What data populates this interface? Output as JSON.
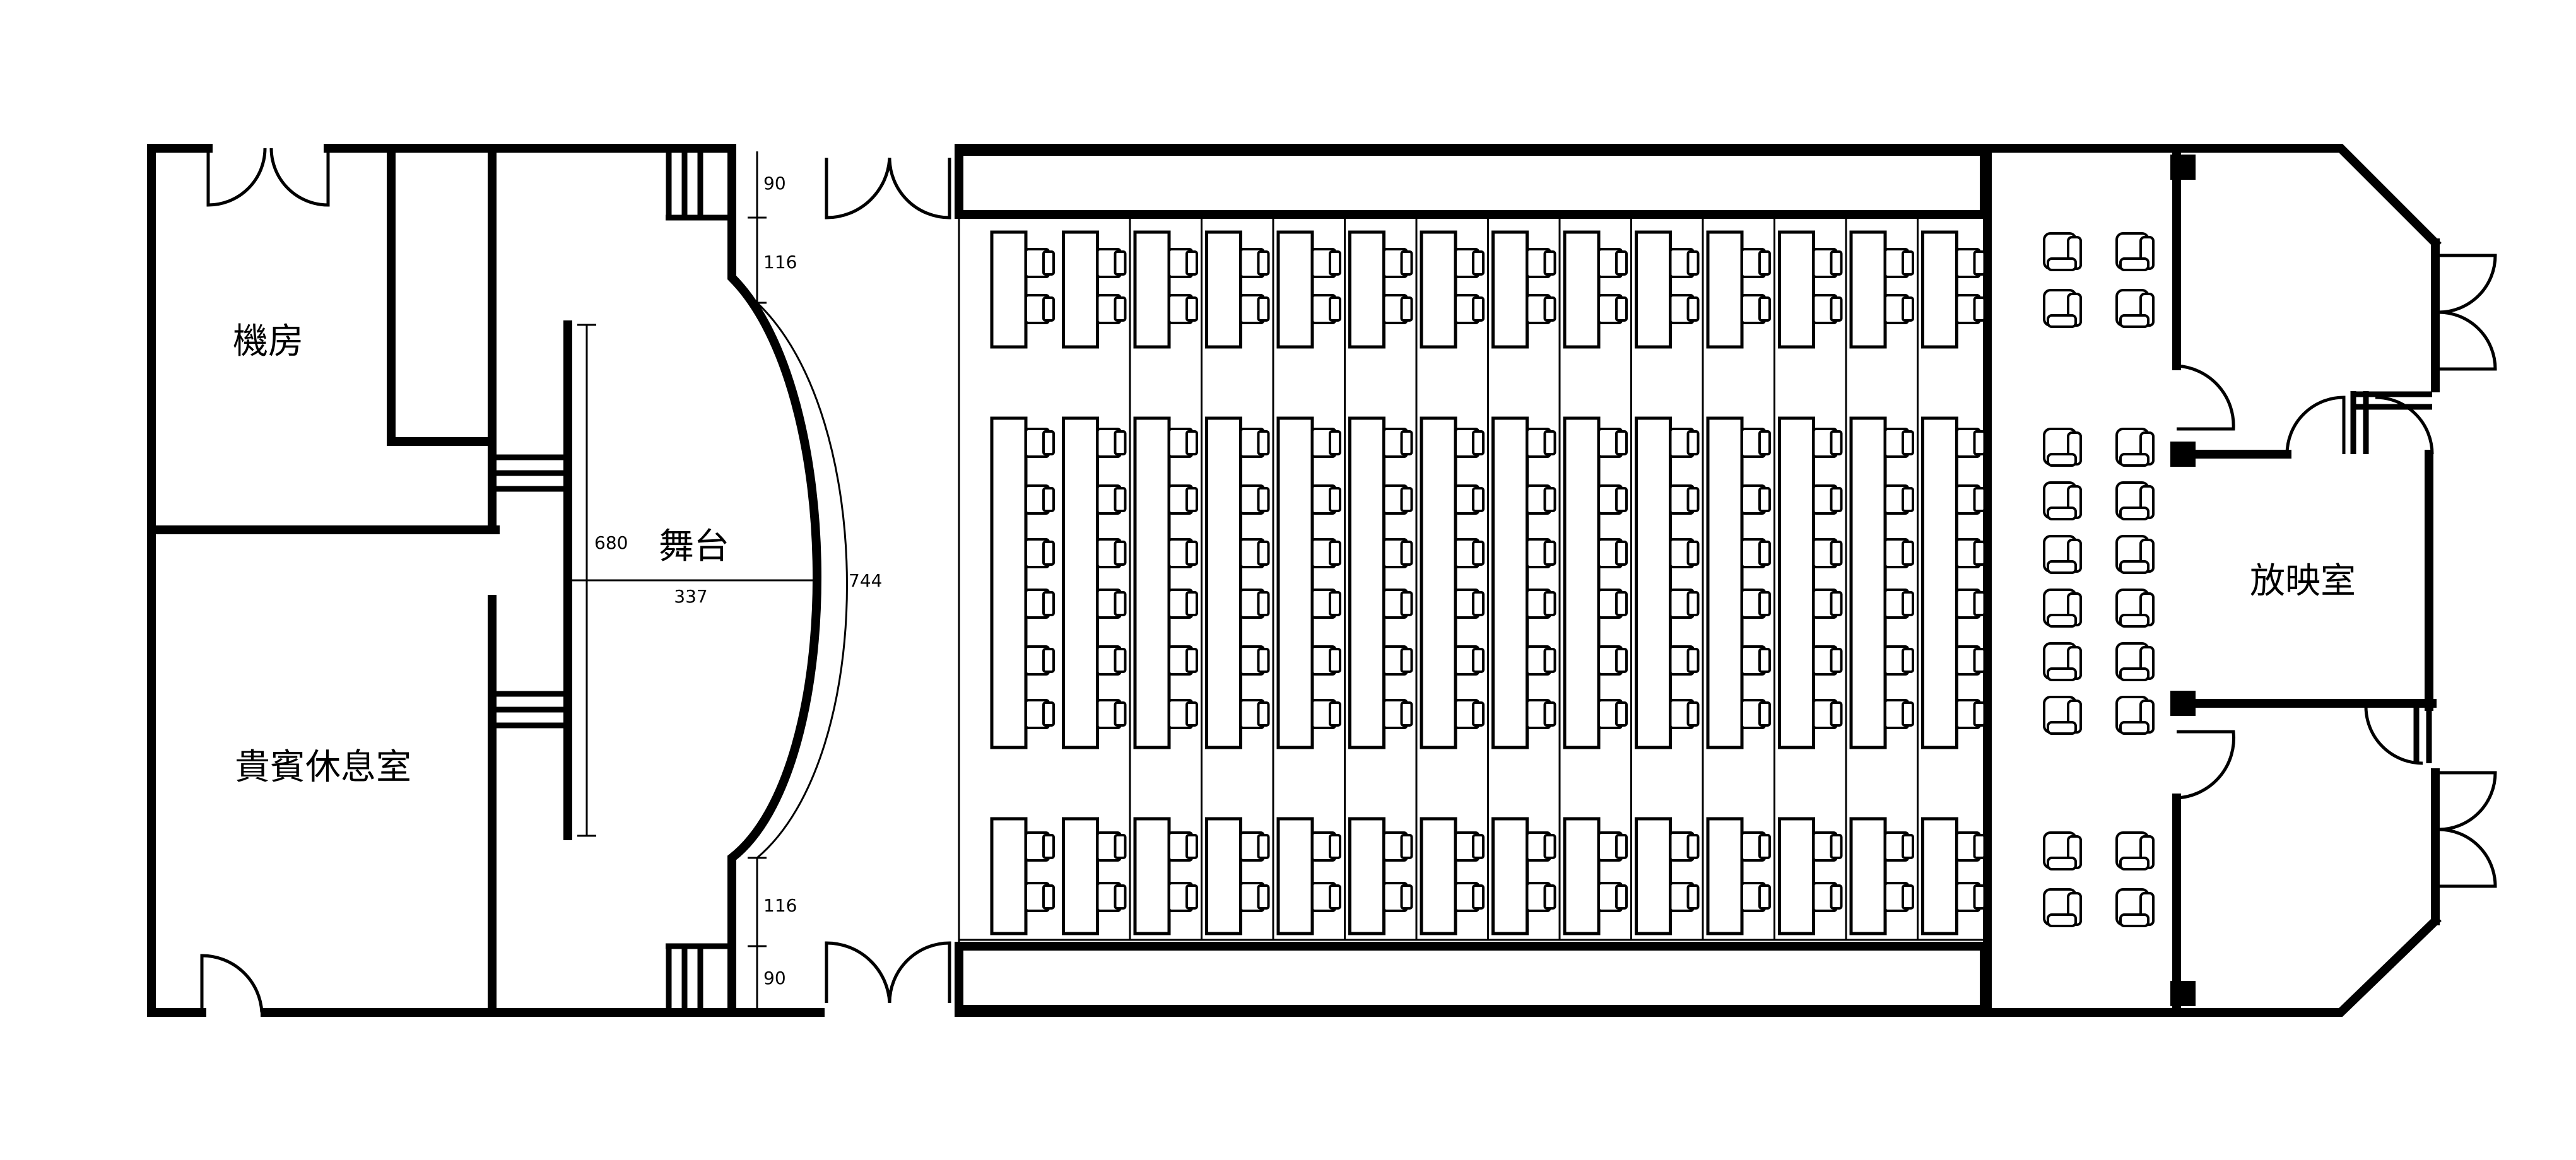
{
  "rooms": {
    "machine_room": "機房",
    "vip_lounge": "貴賓休息室",
    "stage": "舞台",
    "projection_room": "放映室"
  },
  "dimensions": {
    "top_gap": "90",
    "top_apron": "116",
    "stage_height": "680",
    "stage_depth": "337",
    "arc_length": "744",
    "bottom_apron": "116",
    "bottom_gap": "90"
  },
  "seating": {
    "desk_columns": 14,
    "rear_chair_columns": 2
  }
}
